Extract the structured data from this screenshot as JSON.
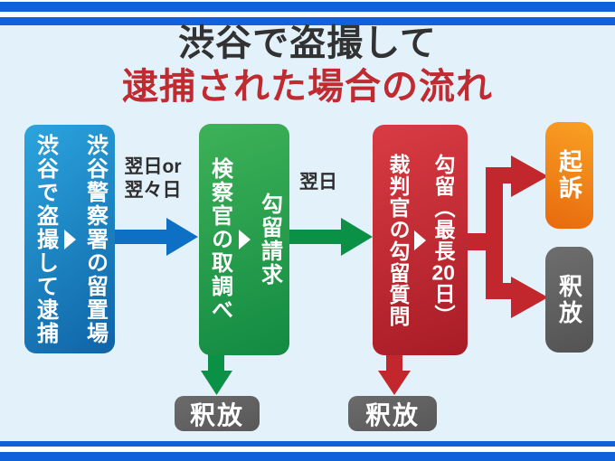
{
  "title": {
    "line1": "渋谷で盗撮して",
    "line2": "逮捕された場合の流れ"
  },
  "flow": {
    "arrest_box": {
      "left_column": "渋谷で盗撮して逮捕",
      "right_column": "渋谷警察署の留置場"
    },
    "arrow1_label_line1": "翌日or",
    "arrow1_label_line2": "翌々日",
    "prosecutor_box": {
      "left_column": "検察官の取調べ",
      "right_column": "勾留請求"
    },
    "arrow2_label": "翌日",
    "judge_box": {
      "left_column": "裁判官の勾留質問",
      "right_column_pre": "勾留（最長",
      "right_column_number": "20",
      "right_column_post": "日）"
    },
    "prosecution_box_label": "起訴",
    "release_right_box_label": "釈放",
    "release_from_prosecutor_label": "釈放",
    "release_from_judge_label": "釈放"
  },
  "colors": {
    "background": "#e3f1fa",
    "border_blue": "#1161dd",
    "title_dark": "#323232",
    "title_red": "#bf2b30",
    "arrest_box_blue_light": "#2ba5de",
    "arrest_box_blue_dark": "#0f63a6",
    "prosecutor_box_green_light": "#3eb158",
    "prosecutor_box_green_dark": "#128b42",
    "judge_box_red_light": "#d93b43",
    "judge_box_red_dark": "#a81c26",
    "prosecution_box_orange": "#f9a124",
    "release_box_gray": "#636363",
    "arrow_blue": "#0d70c5",
    "arrow_green": "#0a9145",
    "arrow_red": "#c1272d",
    "label_text": "#2e2e2e"
  }
}
